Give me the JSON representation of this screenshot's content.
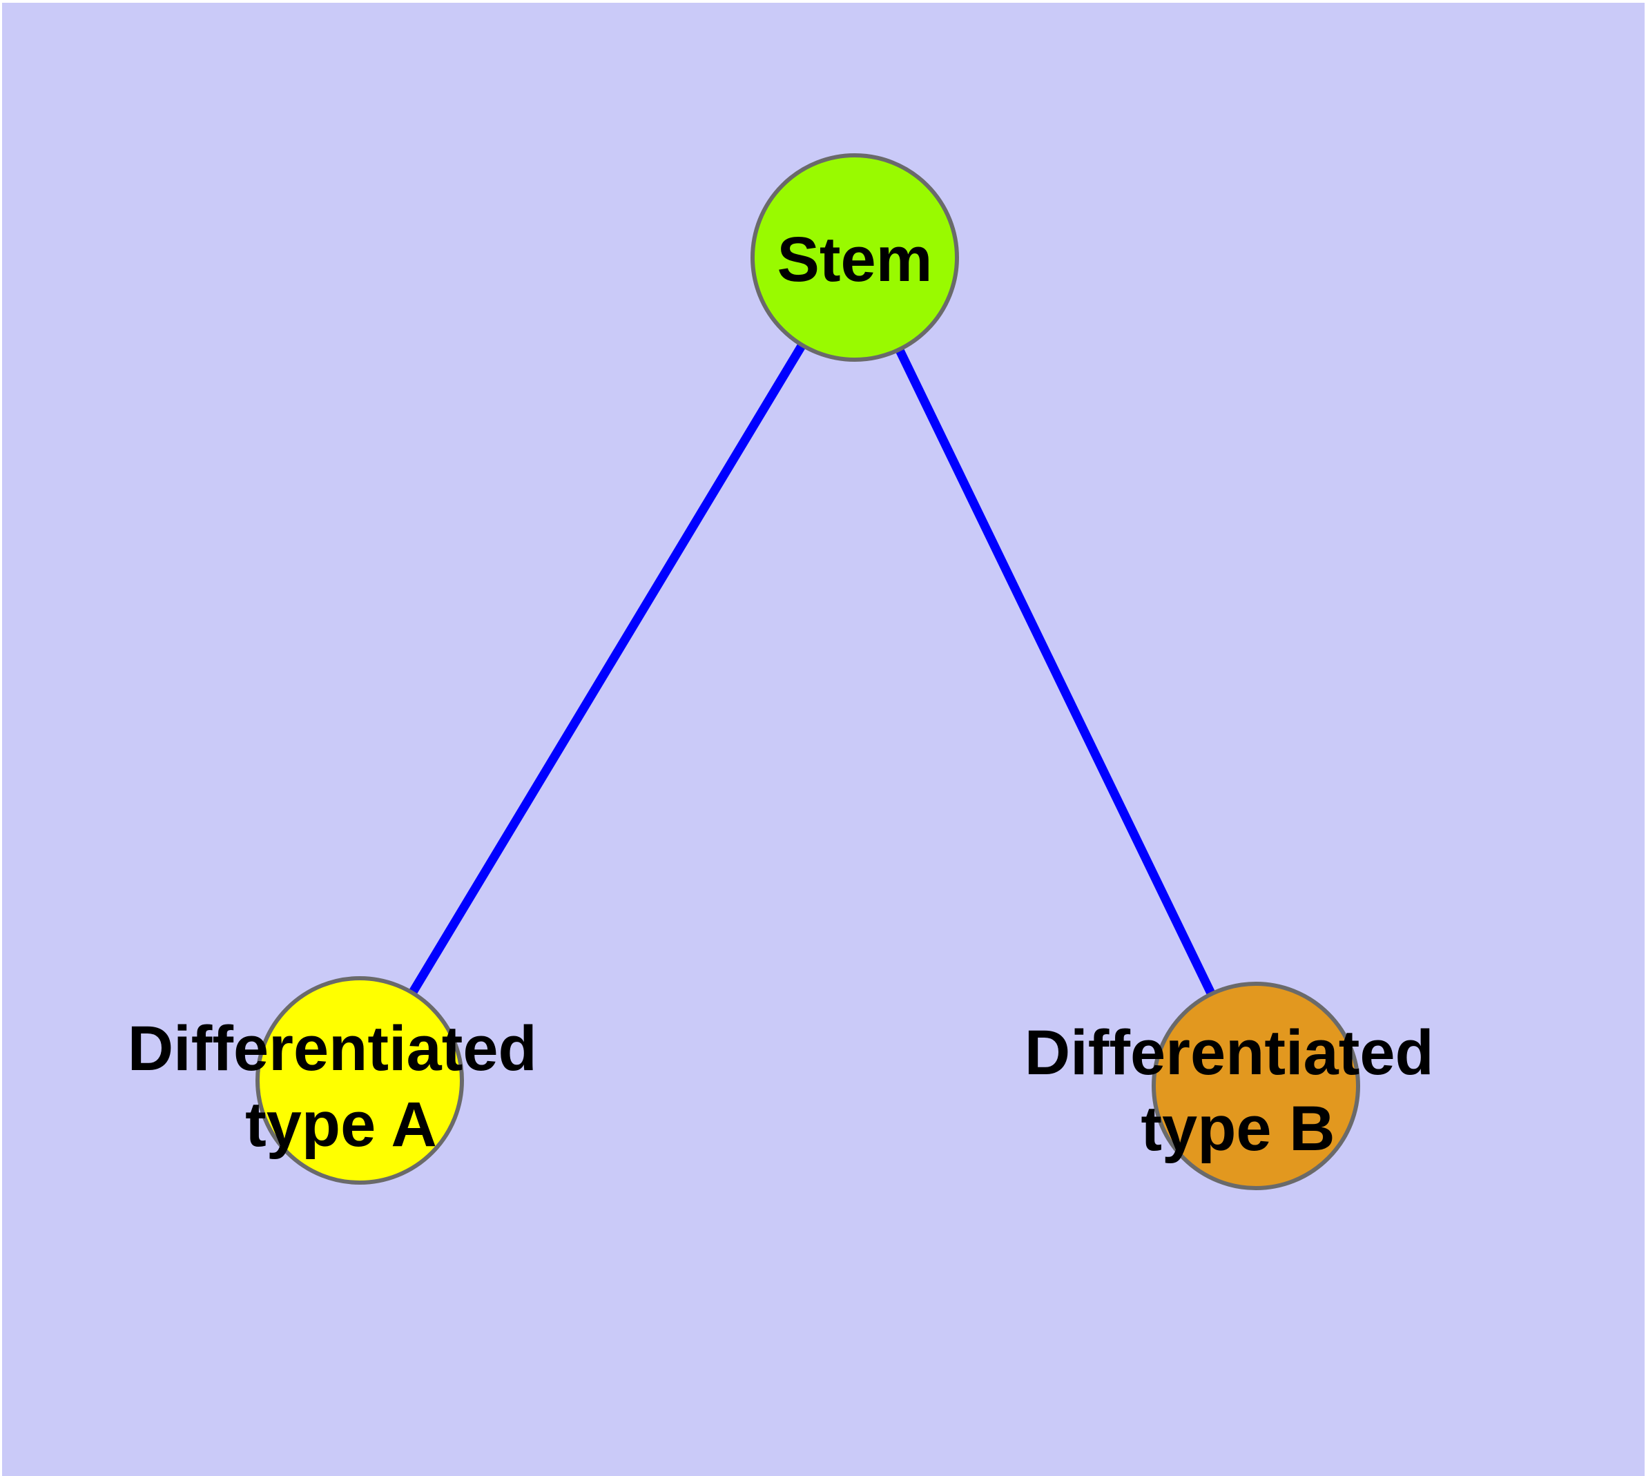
{
  "diagram": {
    "title": "",
    "type": "node-link-graph",
    "background_color": "#CACAF8",
    "frame_color": "#FFFFFF",
    "text_color": "#000000",
    "node_border_color": "#6A6A6A",
    "edge_style": {
      "color": "#0000FF"
    },
    "nodes": [
      {
        "id": "stem",
        "label": "Stem",
        "label_lines": [
          "Stem"
        ],
        "color": "#99FA00"
      },
      {
        "id": "differentiated-type-a",
        "label": "Differentiated type A",
        "label_lines": [
          "Differentiated",
          "type A"
        ],
        "color": "#FFFF00"
      },
      {
        "id": "differentiated-type-b",
        "label": "Differentiated type B",
        "label_lines": [
          "Differentiated",
          "type B"
        ],
        "color": "#E2981F"
      }
    ],
    "edges": [
      {
        "from": "Stem",
        "to": "Differentiated type A"
      },
      {
        "from": "Stem",
        "to": "Differentiated type B"
      }
    ]
  }
}
